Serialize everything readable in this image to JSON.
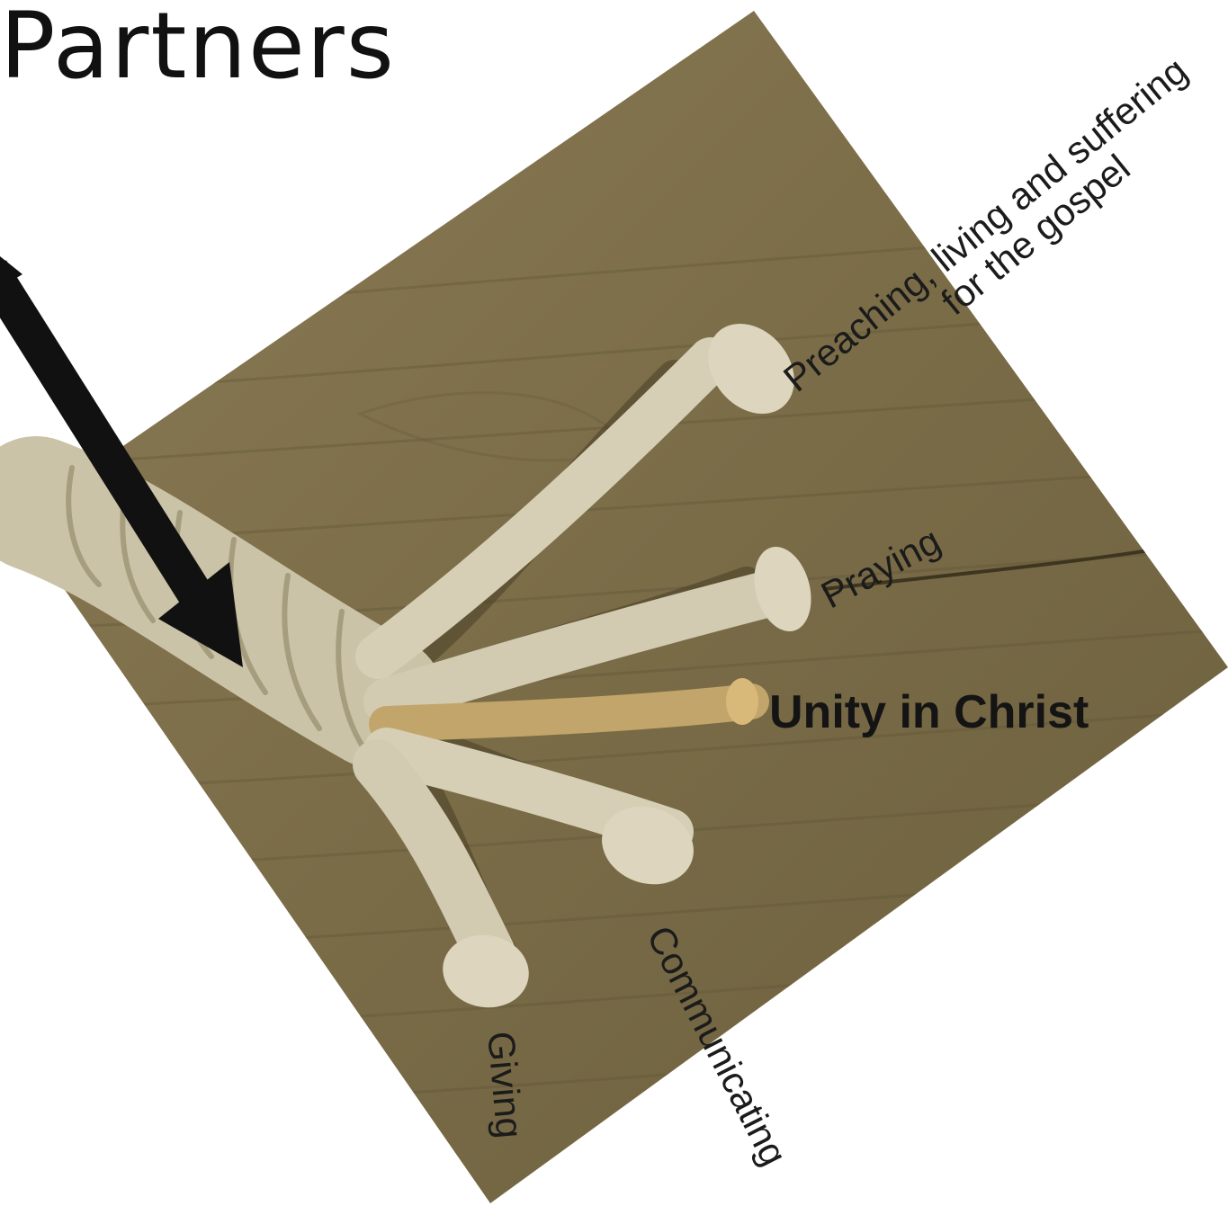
{
  "title": "Partners",
  "labels": {
    "preaching_line1": "Preaching, living and suffering",
    "preaching_line2": "for the gospel",
    "praying": "Praying",
    "unity": "Unity in Christ",
    "communicating": "Communicating",
    "giving": "Giving"
  },
  "colors": {
    "wood": "#7d6f4a",
    "rope": "#d6cfb6",
    "rope_core": "#c2a56a",
    "arrow": "#111111"
  }
}
